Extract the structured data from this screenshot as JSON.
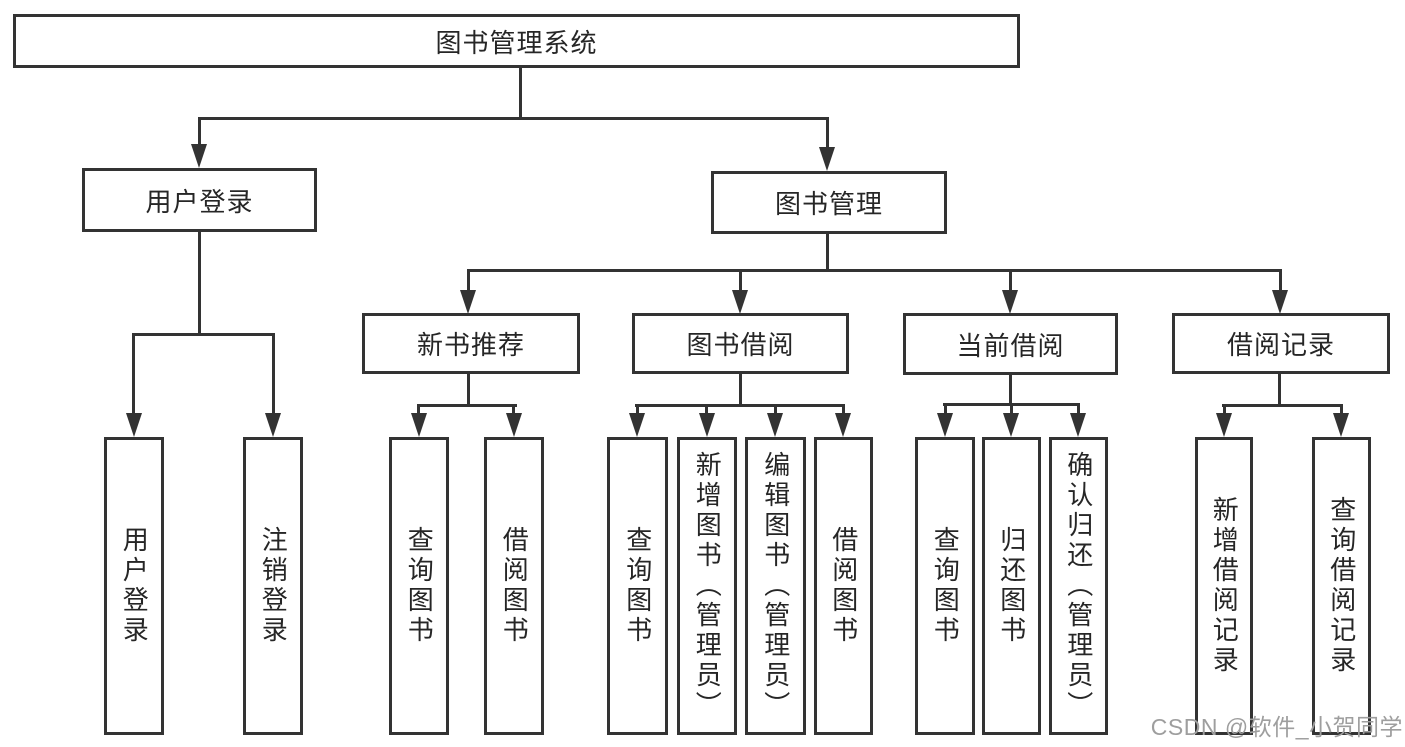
{
  "diagram": {
    "root": {
      "label": "图书管理系统"
    },
    "branches": [
      {
        "label": "用户登录"
      },
      {
        "label": "图书管理"
      }
    ],
    "modules": [
      {
        "parent": "图书管理",
        "label": "新书推荐"
      },
      {
        "parent": "图书管理",
        "label": "图书借阅"
      },
      {
        "parent": "图书管理",
        "label": "当前借阅"
      },
      {
        "parent": "图书管理",
        "label": "借阅记录"
      }
    ],
    "leaves": [
      {
        "parent": "用户登录",
        "label": "用户登录"
      },
      {
        "parent": "用户登录",
        "label": "注销登录"
      },
      {
        "parent": "新书推荐",
        "label": "查询图书"
      },
      {
        "parent": "新书推荐",
        "label": "借阅图书"
      },
      {
        "parent": "图书借阅",
        "label": "查询图书"
      },
      {
        "parent": "图书借阅",
        "label": "新增图书（管理员）"
      },
      {
        "parent": "图书借阅",
        "label": "编辑图书（管理员）"
      },
      {
        "parent": "图书借阅",
        "label": "借阅图书"
      },
      {
        "parent": "当前借阅",
        "label": "查询图书"
      },
      {
        "parent": "当前借阅",
        "label": "归还图书"
      },
      {
        "parent": "当前借阅",
        "label": "确认归还（管理员）"
      },
      {
        "parent": "借阅记录",
        "label": "新增借阅记录"
      },
      {
        "parent": "借阅记录",
        "label": "查询借阅记录"
      }
    ]
  },
  "watermark": "CSDN @软件_小贺同学",
  "colors": {
    "line": "#333333",
    "text": "#262626",
    "background": "#ffffff",
    "watermark": "#9e9e9e"
  }
}
